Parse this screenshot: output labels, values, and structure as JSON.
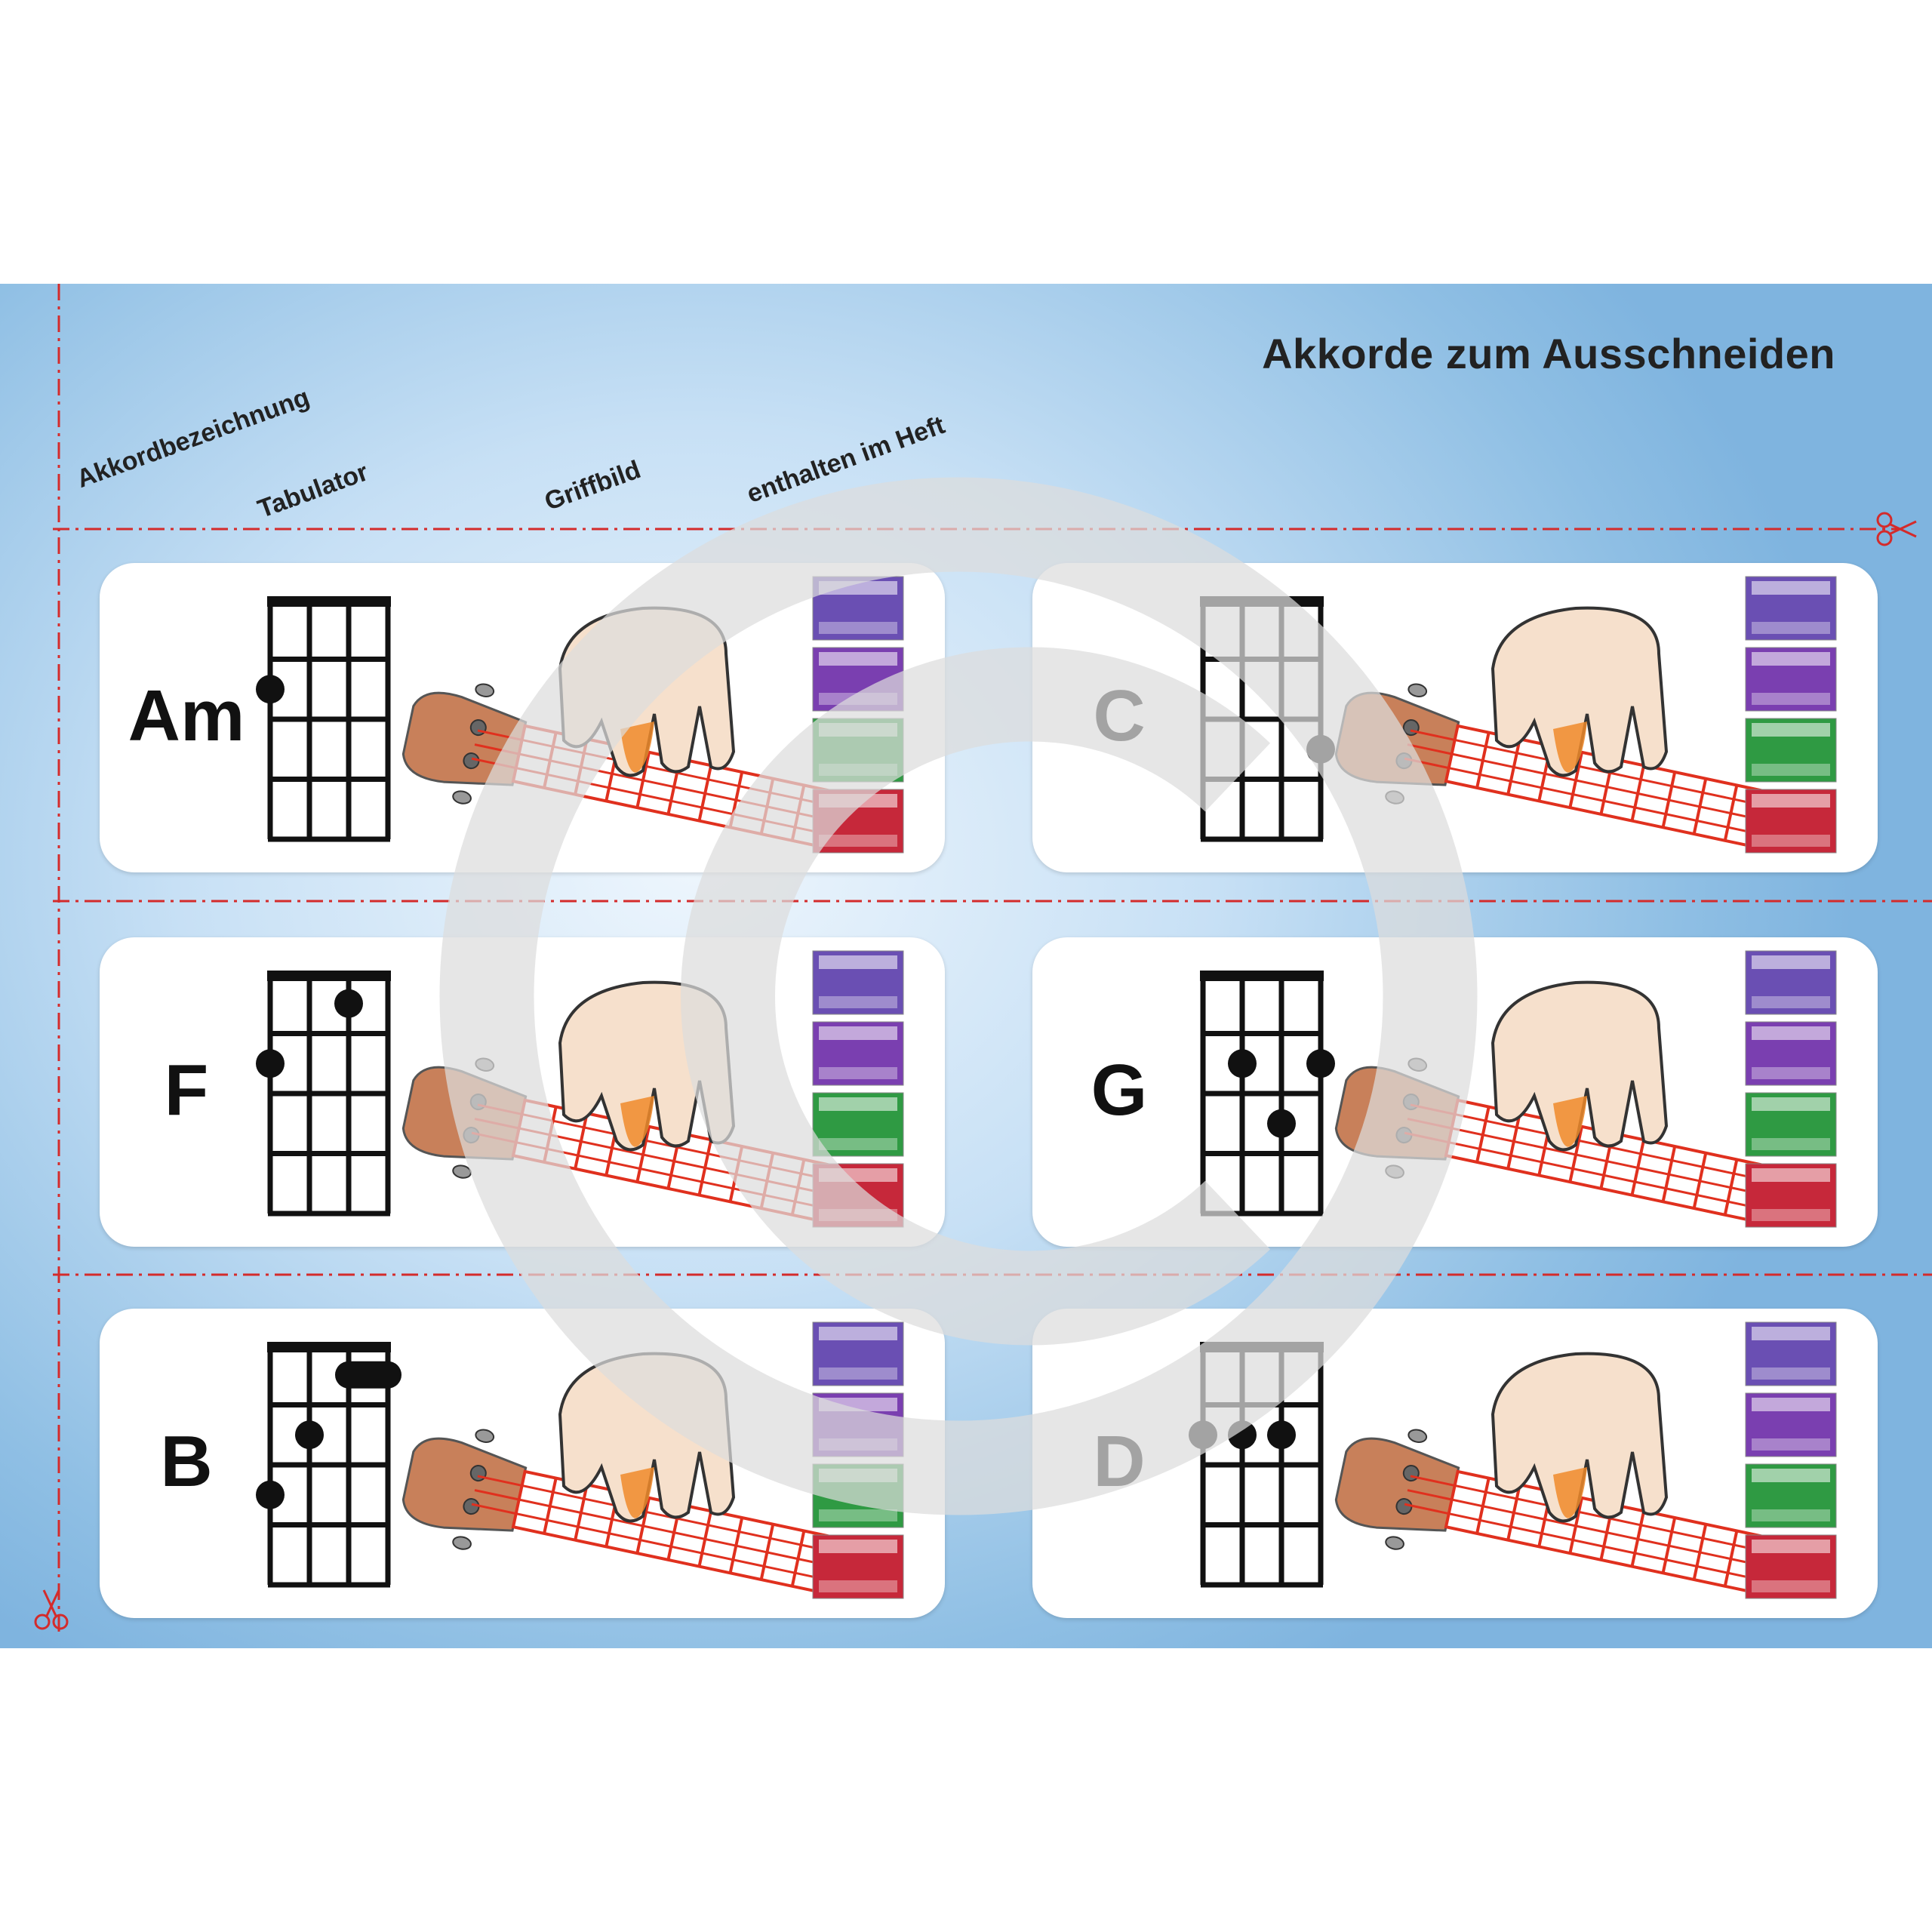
{
  "page": {
    "title": "Akkorde zum Ausschneiden",
    "column_labels": {
      "name": "Akkordbezeichnung",
      "tab": "Tabulator",
      "grip": "Griffbild",
      "books": "enthalten im Heft"
    }
  },
  "chords": [
    {
      "name": "Am",
      "dots": [
        {
          "string": 0,
          "fret": 2
        }
      ]
    },
    {
      "name": "C",
      "dots": [
        {
          "string": 3,
          "fret": 3
        }
      ]
    },
    {
      "name": "F",
      "dots": [
        {
          "string": 2,
          "fret": 1
        },
        {
          "string": 0,
          "fret": 2
        }
      ]
    },
    {
      "name": "G",
      "dots": [
        {
          "string": 1,
          "fret": 2
        },
        {
          "string": 3,
          "fret": 2
        },
        {
          "string": 2,
          "fret": 3
        }
      ]
    },
    {
      "name": "B",
      "dots": [
        {
          "string": 1,
          "fret": 2
        },
        {
          "string": 0,
          "fret": 3
        }
      ],
      "barre": {
        "from": 2,
        "to": 3,
        "fret": 1
      }
    },
    {
      "name": "D",
      "dots": [
        {
          "string": 0,
          "fret": 2
        },
        {
          "string": 1,
          "fret": 2
        },
        {
          "string": 2,
          "fret": 2
        }
      ]
    }
  ],
  "book_covers": [
    {
      "color": "#6a4fb3",
      "icon": "book-cover-icon"
    },
    {
      "color": "#7a3fb0",
      "icon": "book-cover-icon"
    },
    {
      "color": "#2f9a43",
      "icon": "book-cover-icon"
    },
    {
      "color": "#c6283a",
      "icon": "book-cover-icon"
    }
  ],
  "colors": {
    "cut_line": "#d42b2b",
    "ukulele_body": "#c8805a",
    "fret_red": "#e0301e",
    "hand_skin": "#f6e0cc",
    "finger_orange": "#f08a2a"
  }
}
